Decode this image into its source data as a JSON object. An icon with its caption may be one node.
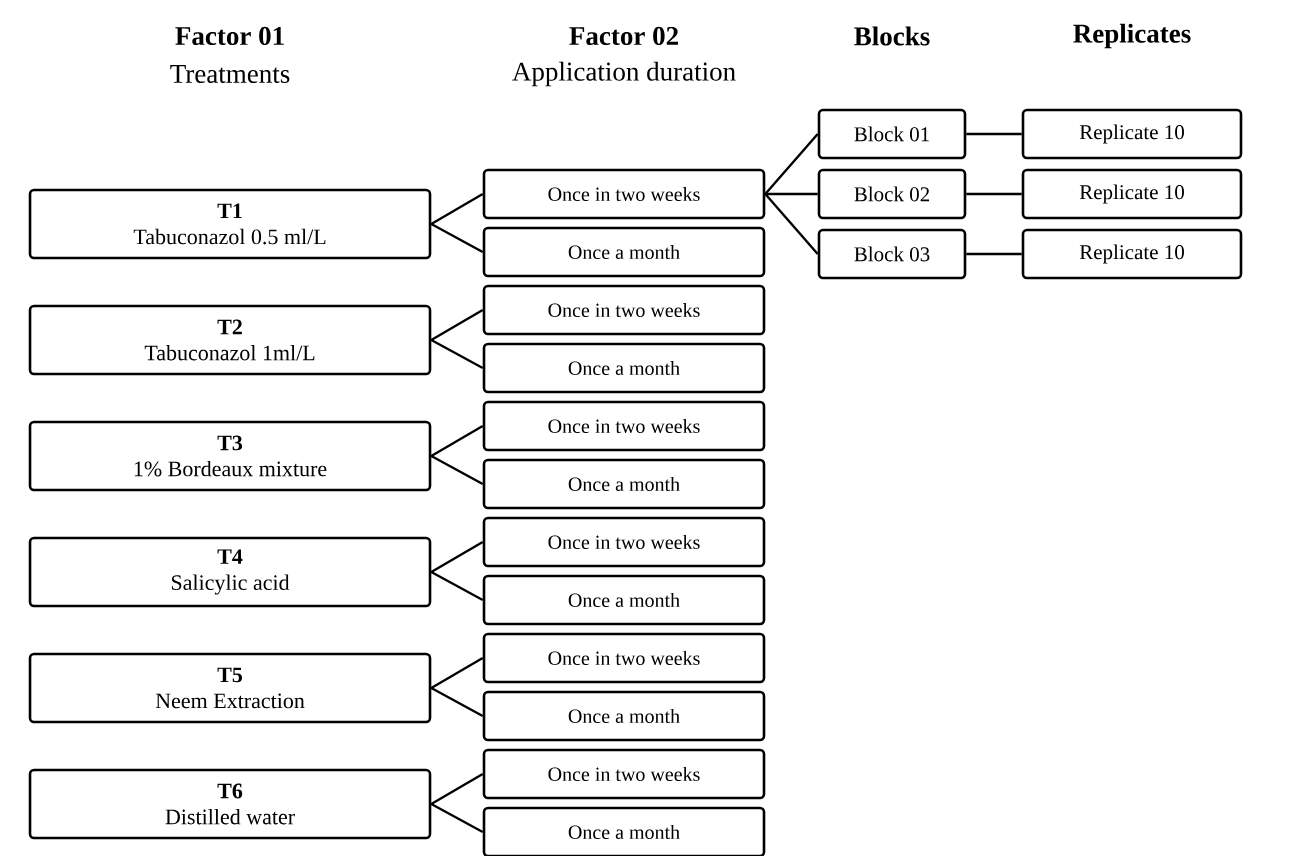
{
  "diagram": {
    "nodes": [
      {
        "text": [
          "T1",
          "Tabuconazol 0.5 ml/L"
        ]
      },
      {
        "text": [
          "Once in two weeks"
        ]
      },
      {
        "text": [
          "Once a month"
        ]
      },
      {
        "text": [
          "Block 01"
        ]
      },
      {
        "text": [
          "Block 02"
        ]
      },
      {
        "text": [
          "Block 03"
        ]
      },
      {
        "text": [
          "Replicate 10"
        ]
      },
      {
        "text": [
          "Replicate 10"
        ]
      },
      {
        "text": [
          "Replicate 10"
        ]
      },
      {
        "text": [
          "T2",
          "Tabuconazol 1ml/L"
        ]
      },
      {
        "text": [
          "Once in two weeks"
        ]
      },
      {
        "text": [
          "Once a month"
        ]
      },
      {
        "text": [
          "T3",
          "1% Bordeaux mixture"
        ]
      },
      {
        "text": [
          "Once in two weeks"
        ]
      },
      {
        "text": [
          "Once a month"
        ]
      },
      {
        "text": [
          "T4",
          "Salicylic acid"
        ]
      },
      {
        "text": [
          "Once in two weeks"
        ]
      },
      {
        "text": [
          "Once a month"
        ]
      },
      {
        "text": [
          "T5",
          "Neem Extraction"
        ]
      },
      {
        "text": [
          "Once in two weeks"
        ]
      },
      {
        "text": [
          "Once a month"
        ]
      },
      {
        "text": [
          "T6",
          "Distilled water"
        ]
      },
      {
        "text": [
          "Once in two weeks"
        ]
      },
      {
        "text": [
          "Once a month"
        ]
      }
    ],
    "edges": [
      {
        "from": 0,
        "to": 1,
        "arrow": "none"
      },
      {
        "from": 0,
        "to": 2,
        "arrow": "none"
      },
      {
        "from": 1,
        "to": 3,
        "arrow": "none"
      },
      {
        "from": 1,
        "to": 4,
        "arrow": "none"
      },
      {
        "from": 1,
        "to": 5,
        "arrow": "none"
      },
      {
        "from": 3,
        "to": 6,
        "arrow": "none"
      },
      {
        "from": 4,
        "to": 7,
        "arrow": "none"
      },
      {
        "from": 5,
        "to": 8,
        "arrow": "none"
      },
      {
        "from": 9,
        "to": 10,
        "arrow": "none"
      },
      {
        "from": 9,
        "to": 11,
        "arrow": "none"
      },
      {
        "from": 12,
        "to": 13,
        "arrow": "none"
      },
      {
        "from": 12,
        "to": 14,
        "arrow": "none"
      },
      {
        "from": 15,
        "to": 16,
        "arrow": "none"
      },
      {
        "from": 15,
        "to": 17,
        "arrow": "none"
      },
      {
        "from": 18,
        "to": 19,
        "arrow": "none"
      },
      {
        "from": 18,
        "to": 20,
        "arrow": "none"
      },
      {
        "from": 21,
        "to": 22,
        "arrow": "none"
      },
      {
        "from": 21,
        "to": 23,
        "arrow": "none"
      }
    ],
    "labels": [
      "Factor 01",
      "Treatments",
      "Factor 02",
      "Application duration",
      "Blocks",
      "Replicates"
    ]
  }
}
